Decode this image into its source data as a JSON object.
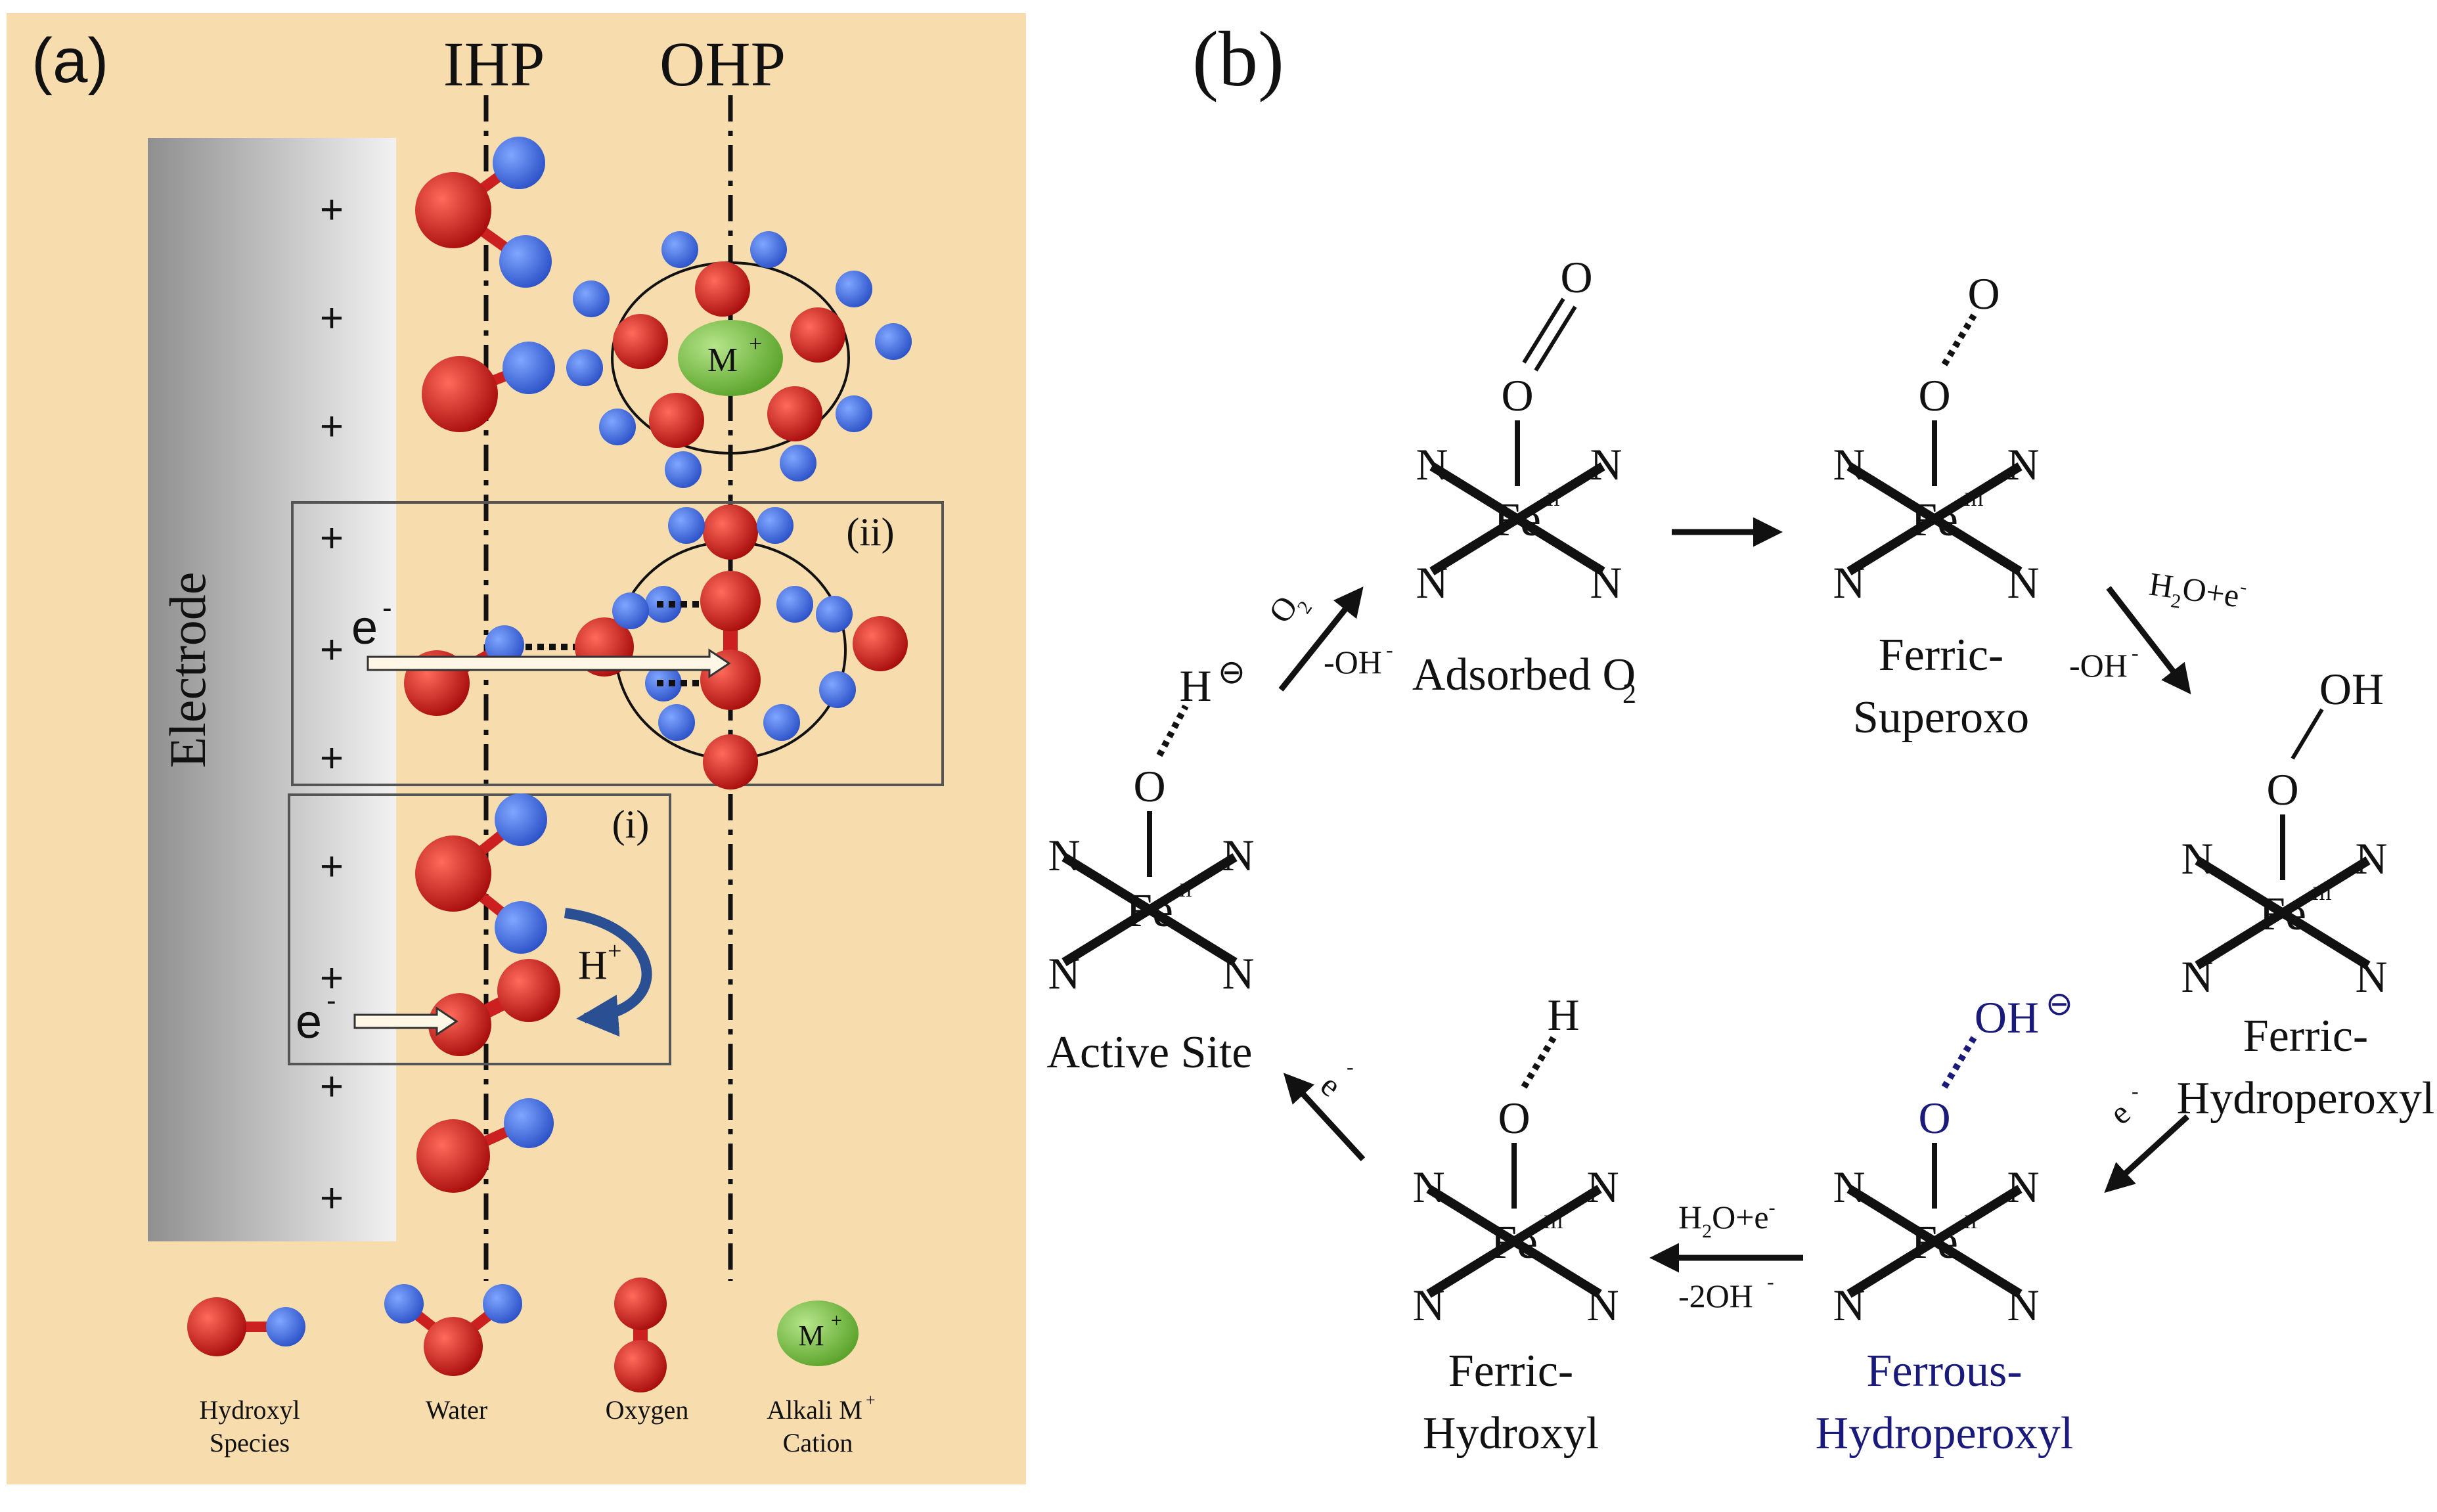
{
  "colors": {
    "panel_bg": "#f7dcae",
    "electrode": "#a9a9a9",
    "oxygen_atom": "#cc1f1f",
    "hydrogen_atom": "#3f6fe0",
    "cation": "#7bc043",
    "arrow_blue": "#2a4f93",
    "highlight_text": "#1a1a7a"
  },
  "panel_a": {
    "label": "(a)",
    "ihp": "IHP",
    "ohp": "OHP",
    "electrode": "Electrode",
    "plus": "+",
    "cation": "M",
    "cation_sup": "+",
    "box_ii": "(ii)",
    "box_i": "(i)",
    "electron": "e",
    "electron_sup": "-",
    "proton": "H",
    "proton_sup": "+",
    "legend": {
      "hydroxyl": [
        "Hydroxyl",
        "Species"
      ],
      "water": "Water",
      "oxygen": "Oxygen",
      "alkali": [
        "Alkali M",
        "Cation"
      ],
      "alkali_sup": "+",
      "cation_icon": "M",
      "cation_icon_sup": "+"
    }
  },
  "panel_b": {
    "label": "(b)",
    "atoms": {
      "N": "N",
      "Fe": "Fe",
      "O": "O",
      "H": "H",
      "OH": "OH"
    },
    "ox": {
      "II": "II",
      "III": "III"
    },
    "charge_neg": "⊖",
    "species": {
      "active_site": "Active Site",
      "adsorbed_o2": "Adsorbed O",
      "adsorbed_o2_sub": "2",
      "ferric_superoxo": [
        "Ferric-",
        "Superoxo"
      ],
      "ferric_hydroperoxyl": [
        "Ferric-",
        "Hydroperoxyl"
      ],
      "ferrous_hydroperoxyl": [
        "Ferrous-",
        "Hydroperoxyl"
      ],
      "ferric_hydroxyl": [
        "Ferric-",
        "Hydroxyl"
      ]
    },
    "steps": {
      "o2": "O",
      "o2_sub": "2",
      "minus_oh": "-OH",
      "minus_oh_sup": "-",
      "h2o_e": [
        "H",
        "2",
        "O+e",
        "-"
      ],
      "minus_2oh": "-2OH",
      "e": "e",
      "e_sup": "-"
    }
  }
}
